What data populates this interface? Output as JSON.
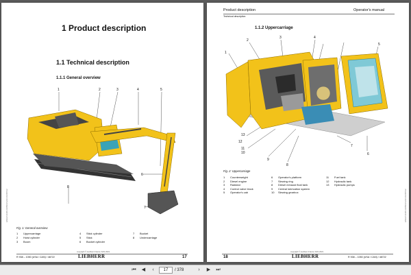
{
  "left_page": {
    "chapter": "1  Product description",
    "section": "1.1  Technical description",
    "subsection": "1.1.1   General overview",
    "callouts": [
      "1",
      "2",
      "3",
      "4",
      "5",
      "6",
      "7",
      "8"
    ],
    "caption": "Fig. 1: General overview",
    "legend": [
      [
        "1",
        "Uppercarriage",
        "4",
        "Stick cylinder",
        "7",
        "Bucket"
      ],
      [
        "2",
        "Hoist cylinder",
        "5",
        "Stick",
        "8",
        "Undercarriage"
      ],
      [
        "3",
        "Boom",
        "6",
        "Bucket cylinder",
        "",
        ""
      ]
    ],
    "footer_left": "R 938 – 1050 (USA / CAN) / 48722",
    "footer_copyright": "copyright © Liebherr-France SAS 2021",
    "footer_brand": "LIEBHERR",
    "page_number": "17",
    "side_text": "ENG/CAN/01/1050/USA/CAN/48722"
  },
  "right_page": {
    "header_left": "Product description",
    "header_right": "Operator's manual",
    "header_sub": "Technical description",
    "subsection": "1.1.2   Uppercarriage",
    "callouts": [
      "1",
      "2",
      "3",
      "4",
      "5",
      "6",
      "7",
      "8",
      "9",
      "10",
      "11",
      "12",
      "13"
    ],
    "caption": "Fig. 2: Uppercarriage",
    "legend": [
      [
        "1",
        "Counterweight",
        "6",
        "Operator's platform",
        "11",
        "Fuel tank"
      ],
      [
        "2",
        "Diesel engine",
        "7",
        "Slewing ring",
        "12",
        "Hydraulic tank"
      ],
      [
        "3",
        "Radiator",
        "8",
        "Diesel exhaust fluid tank",
        "13",
        "Hydraulic pumps"
      ],
      [
        "4",
        "Control valve block",
        "9",
        "Central lubrication system",
        "",
        ""
      ],
      [
        "5",
        "Operator's cab",
        "10",
        "Slewing gearbox",
        "",
        ""
      ]
    ],
    "footer_left": "18",
    "footer_copyright": "copyright © Liebherr-France SAS 2021",
    "footer_brand": "LIEBHERR",
    "page_number": "R 938 – 1050 (USA / CAN) / 48722",
    "side_text": "ENG/CAN/01/1050/USA/CAN/48722"
  },
  "toolbar": {
    "current_page": "17",
    "total_pages": "/ 378"
  },
  "colors": {
    "machine_yellow": "#f2c21a",
    "machine_dark": "#3a3a3a",
    "viewer_bg": "#5b5b5b"
  }
}
